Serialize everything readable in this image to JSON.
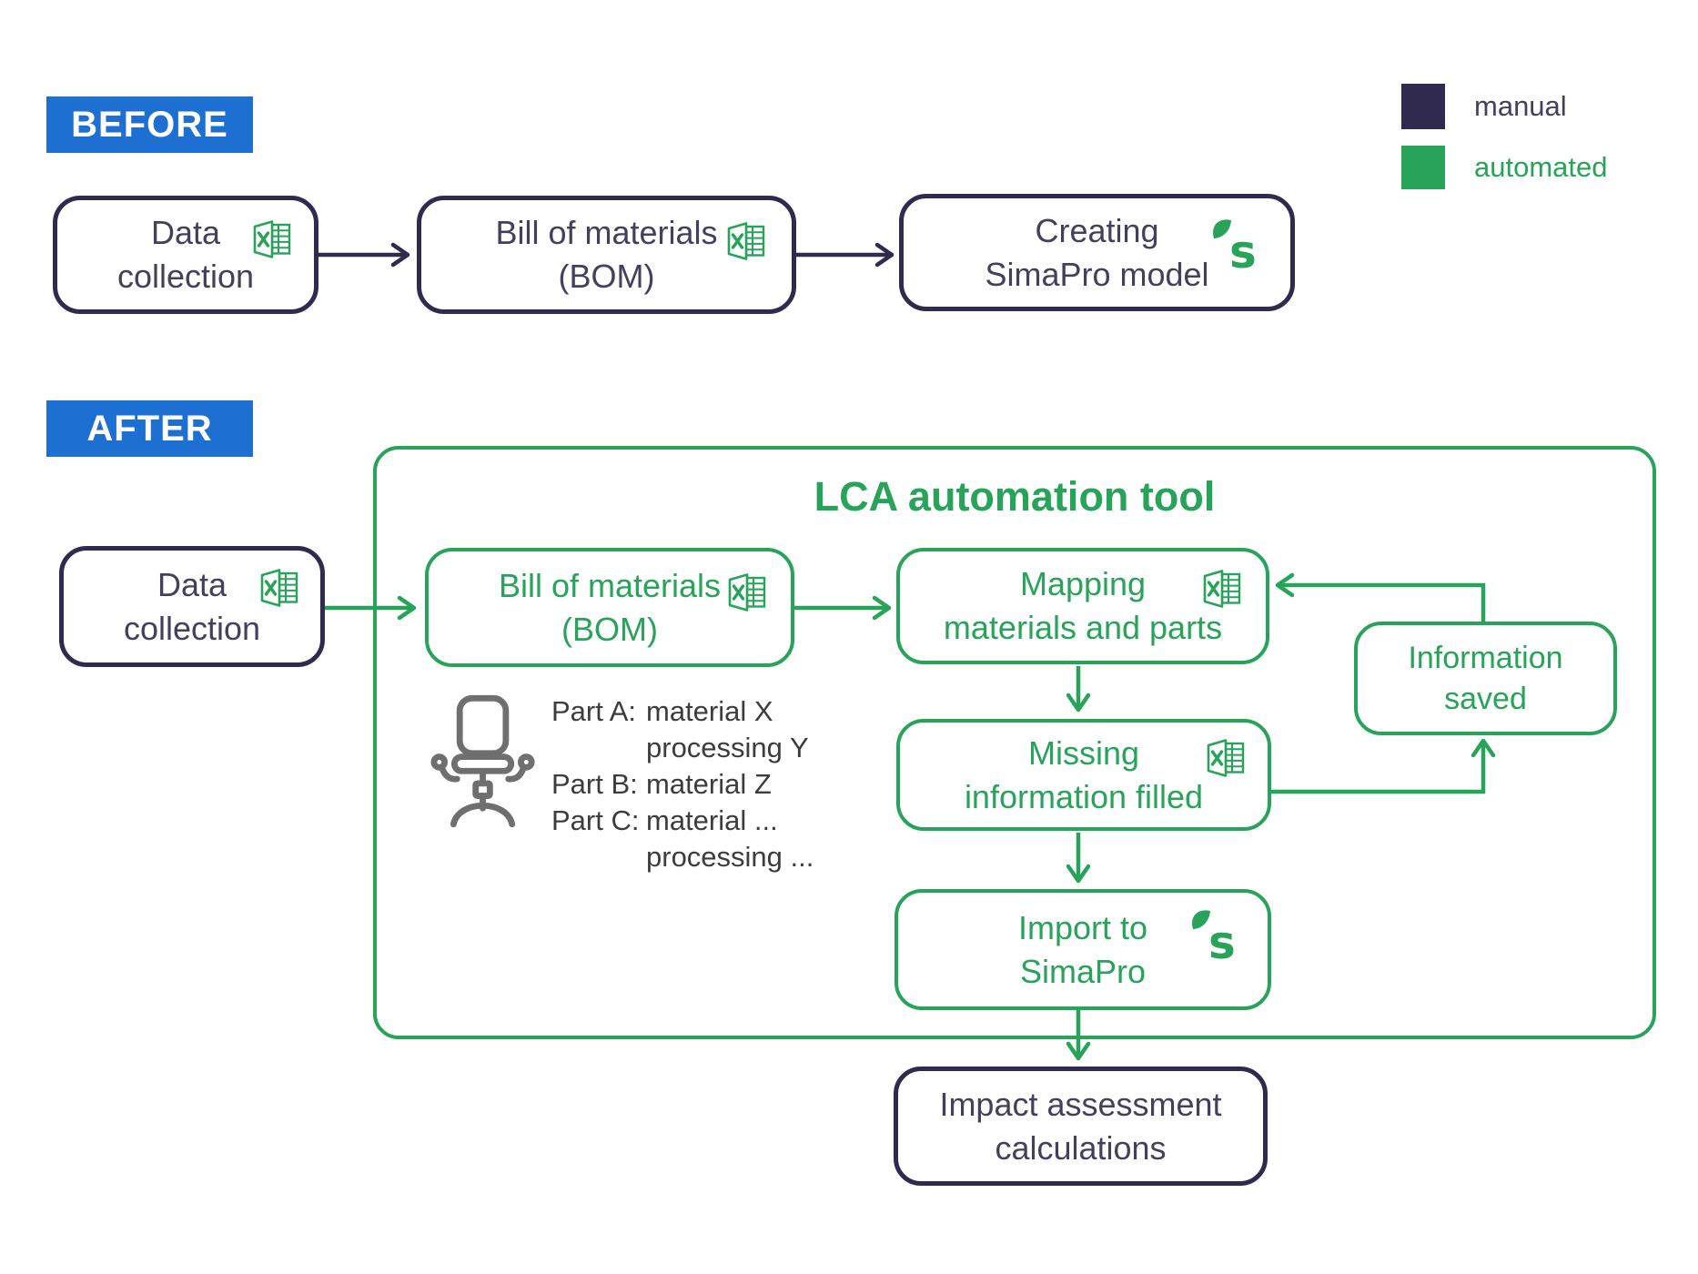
{
  "colors": {
    "manual_navy": "#302a4e",
    "automated_green": "#27a35a",
    "section_label_blue": "#1d6fd2",
    "chair_gray": "#6f6f6f"
  },
  "legend": {
    "manual_label": "manual",
    "automated_label": "automated"
  },
  "before": {
    "section_label": "BEFORE",
    "data_collection": {
      "line1": "Data",
      "line2": "collection"
    },
    "bom": {
      "line1": "Bill of materials",
      "line2": "(BOM)"
    },
    "creating_model": {
      "line1": "Creating",
      "line2": "SimaPro model"
    }
  },
  "after": {
    "section_label": "AFTER",
    "tool_title": "LCA automation tool",
    "data_collection": {
      "line1": "Data",
      "line2": "collection"
    },
    "bom": {
      "line1": "Bill of materials",
      "line2": "(BOM)"
    },
    "mapping": {
      "line1": "Mapping",
      "line2": "materials and parts"
    },
    "missing": {
      "line1": "Missing",
      "line2": "information filled"
    },
    "information_saved": {
      "line1": "Information",
      "line2": "saved"
    },
    "import_simapro": {
      "line1": "Import to",
      "line2": "SimaPro"
    },
    "impact": {
      "line1": "Impact assessment",
      "line2": "calculations"
    },
    "part_list": [
      {
        "label": "Part A:",
        "value": "material X"
      },
      {
        "label": "",
        "value": "processing Y"
      },
      {
        "label": "Part B:",
        "value": "material Z"
      },
      {
        "label": "Part C:",
        "value": "material ..."
      },
      {
        "label": "",
        "value": "processing ..."
      }
    ]
  }
}
